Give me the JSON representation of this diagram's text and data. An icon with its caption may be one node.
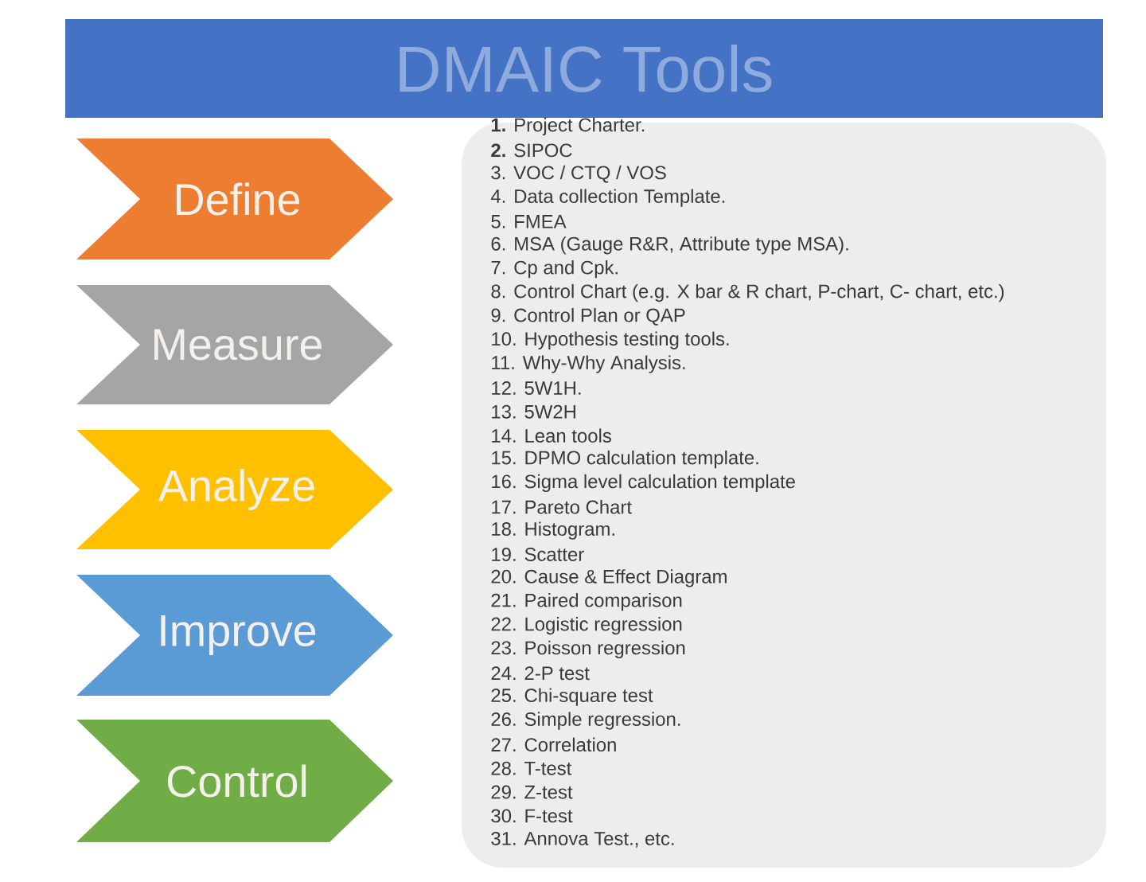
{
  "diagram": {
    "title": "DMAIC Tools",
    "nodes": [
      {
        "text": [
          "Define"
        ]
      },
      {
        "text": [
          "Measure"
        ]
      },
      {
        "text": [
          "Analyze"
        ]
      },
      {
        "text": [
          "Improve"
        ]
      },
      {
        "text": [
          "Control"
        ]
      },
      {
        "text": [
          "**1.** Project Charter.",
          "**2.** SIPOC",
          "3. VOC / CTQ / VOS",
          "4. Data collection Template.",
          "5. FMEA",
          "6. MSA (Gauge R&R, Attribute type MSA).",
          "7. Cp and Cpk.",
          "8. Control Chart (e.g. X bar & R chart, P-chart, C- chart, etc.)",
          "9. Control Plan or QAP",
          "10. Hypothesis testing tools.",
          "11. Why-Why Analysis.",
          "12. 5W1H.",
          "13. 5W2H",
          "14. Lean tools",
          "15. DPMO calculation template.",
          "16. Sigma level calculation template",
          "17. Pareto Chart",
          "18. Histogram.",
          "19. Scatter",
          "20. Cause & Effect Diagram",
          "21. Paired comparison",
          "22. Logistic regression",
          "23. Poisson regression",
          "24. 2-P test",
          "25. Chi-square test",
          "26. Simple regression.",
          "27. Correlation",
          "28. T-test",
          "29. Z-test",
          "30. F-test",
          "31. Annova Test., etc."
        ]
      }
    ]
  }
}
